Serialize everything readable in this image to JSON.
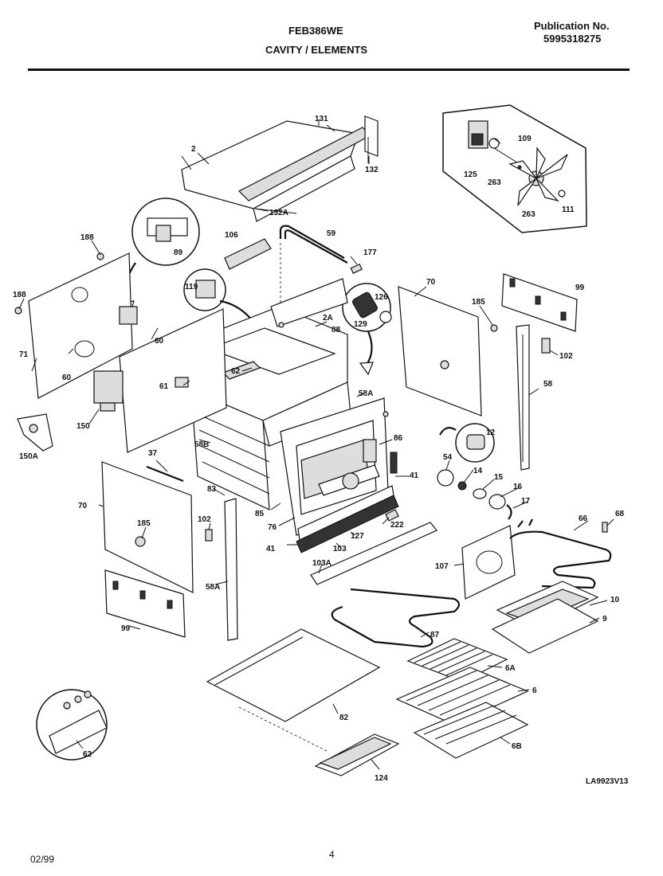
{
  "header": {
    "model": "FEB386WE",
    "section": "CAVITY / ELEMENTS",
    "publication_label": "Publication No.",
    "publication_number": "5995318275"
  },
  "footer": {
    "date": "02/99",
    "page": "4",
    "drawing_code": "LA9923V13"
  },
  "part_labels": {
    "p2": "2",
    "p131": "131",
    "p132": "132",
    "p132a": "132A",
    "p109": "109",
    "p125": "125",
    "p263a": "263",
    "p263b": "263",
    "p111": "111",
    "p188a": "188",
    "p188b": "188",
    "p89": "89",
    "p106": "106",
    "p59": "59",
    "p177": "177",
    "p70a": "70",
    "p99a": "99",
    "p119": "119",
    "p126": "126",
    "p129": "129",
    "p185a": "185",
    "p2a": "2A",
    "p88": "88",
    "p60a": "60",
    "p60b": "60",
    "p71": "71",
    "p102a": "102",
    "p62a": "62",
    "p61": "61",
    "p58a": "58A",
    "p58": "58",
    "p150": "150",
    "p150a": "150A",
    "p58b": "58B",
    "p86": "86",
    "p12": "12",
    "p37": "37",
    "p54": "54",
    "p14": "14",
    "p41a": "41",
    "p15": "15",
    "p16": "16",
    "p17": "17",
    "p70b": "70",
    "p83": "83",
    "p85": "85",
    "p76": "76",
    "p222": "222",
    "p68": "68",
    "p66": "66",
    "p185b": "185",
    "p102b": "102",
    "p127": "127",
    "p41b": "41",
    "p103": "103",
    "p107": "107",
    "p58a2": "58A",
    "p103a": "103A",
    "p10": "10",
    "p9": "9",
    "p99b": "99",
    "p87": "87",
    "p6a": "6A",
    "p6": "6",
    "p82": "82",
    "p6b": "6B",
    "p124": "124",
    "p62b": "62"
  }
}
